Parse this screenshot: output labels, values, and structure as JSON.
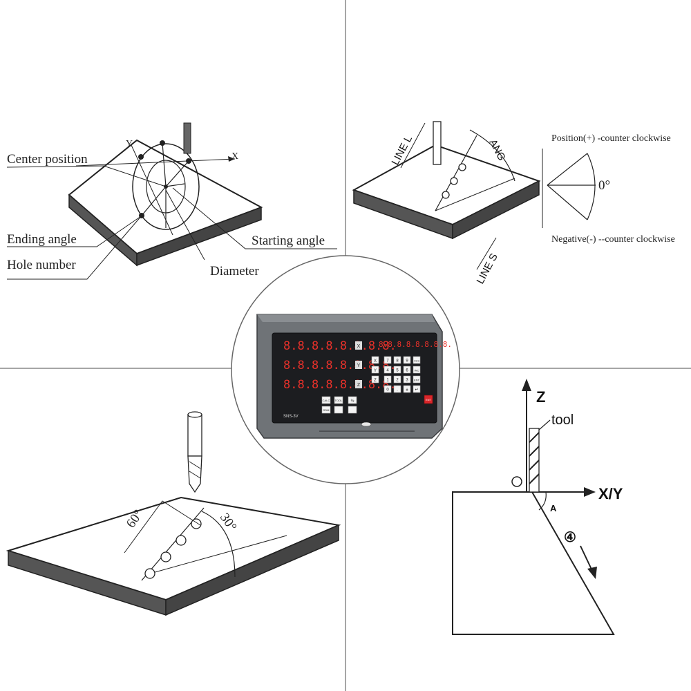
{
  "panel_top_left": {
    "labels": {
      "center_position": "Center position",
      "ending_angle": "Ending angle",
      "hole_number": "Hole number",
      "starting_angle": "Starting angle",
      "diameter": "Diameter",
      "x_axis": "X",
      "y_axis": "Y"
    }
  },
  "panel_top_right": {
    "labels": {
      "line_l": "LINE L",
      "ang": "ANG",
      "line_s": "LINE S",
      "position": "Position(+) -counter clockwise",
      "negative": "Negative(-) --counter clockwise",
      "zero_deg": "0°"
    }
  },
  "panel_bottom_left": {
    "labels": {
      "angle_60": "60°",
      "angle_30": "30°"
    }
  },
  "panel_bottom_right": {
    "labels": {
      "z_axis": "Z",
      "tool": "tool",
      "xy_axis": "X/Y",
      "angle_a": "A",
      "step_4": "④"
    }
  },
  "dro_device": {
    "model": "SNS-3V",
    "readouts": [
      {
        "axis": "X",
        "value": "8.8.8.8.8.8.8.8."
      },
      {
        "axis": "Y",
        "value": "8.8.8.8.8.8.8.8."
      },
      {
        "axis": "Z",
        "value": "8.8.8.8.8.8.8.8."
      }
    ],
    "aux_display": "8.8.8.8.8.8.8.8.",
    "left_keys": [
      "CALC",
      "TOOL",
      "½",
      "SDM",
      "",
      ""
    ],
    "axis_keys": [
      "X",
      "Y",
      "Z"
    ],
    "keypad": [
      "7",
      "8",
      "9",
      "CLS",
      "4",
      "5",
      "6",
      "INC",
      "1",
      "2",
      "3",
      "ENT",
      "0",
      ".",
      "±",
      "↵"
    ],
    "ent_key": "ENT",
    "colors": {
      "body": "#6f7377",
      "screen": "#1c1d20",
      "segment": "#e8312a",
      "ent": "#d9262a"
    }
  }
}
